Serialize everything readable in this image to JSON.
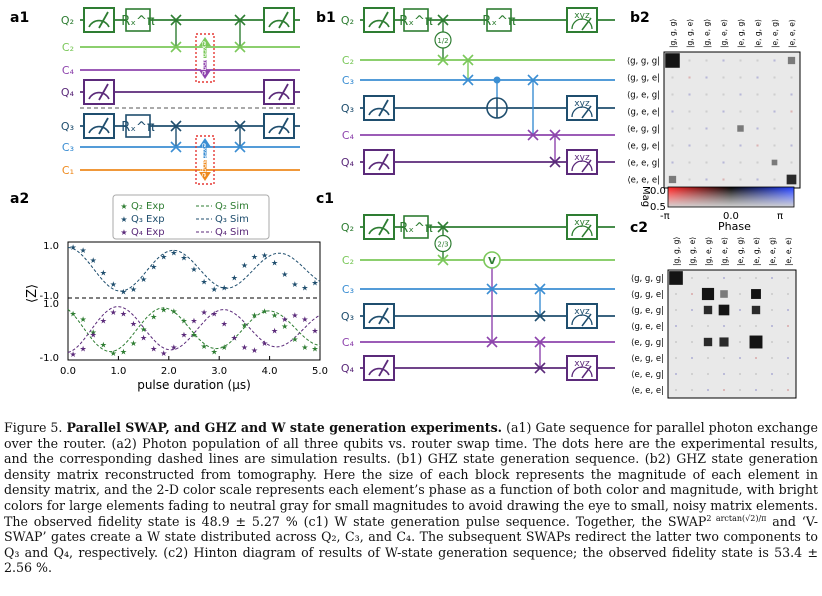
{
  "colors": {
    "q2": "#2e7d32",
    "c2": "#7bc85a",
    "c4": "#8e44ad",
    "q4": "#5b2a7a",
    "q3": "#1f4e6e",
    "c3": "#3b8ed3",
    "c1": "#ee8a1e",
    "exchange_box": "#e53935"
  },
  "panels": {
    "a1": "a1",
    "a2": "a2",
    "b1": "b1",
    "b2": "b2",
    "c1": "c1",
    "c2": "c2"
  },
  "a1": {
    "lines": [
      "Q₂",
      "C₂",
      "C₄",
      "Q₄",
      "Q₃",
      "C₃",
      "C₁"
    ],
    "gate_label": "Rₓ^π",
    "exchange_label": "exchange"
  },
  "a2": {
    "legend": [
      "Q₂ Exp",
      "Q₃ Exp",
      "Q₄ Exp",
      "Q₂ Sim",
      "Q₃ Sim",
      "Q₄ Sim"
    ],
    "ylabel": "⟨Z⟩",
    "xlabel": "pulse duration (μs)",
    "xticks": [
      "0.0",
      "1.0",
      "2.0",
      "3.0",
      "4.0",
      "5.0"
    ],
    "yticks_top": [
      "1.0",
      "-1.0"
    ],
    "yticks_bottom": [
      "1.0",
      "-1.0"
    ]
  },
  "b1": {
    "lines": [
      "Q₂",
      "C₂",
      "C₃",
      "Q₃",
      "C₄",
      "Q₄"
    ],
    "gate_label": "Rₓ^π",
    "swap_fraction": "1/2",
    "xyz": "xyz"
  },
  "c1": {
    "lines": [
      "Q₂",
      "C₂",
      "C₃",
      "Q₃",
      "C₄",
      "Q₄"
    ],
    "gate_label": "Rₓ^π",
    "swap_fraction": "2/3",
    "v_label": "V",
    "xyz": "xyz"
  },
  "b2": {
    "row_labels": [
      "⟨g, g, g|",
      "⟨g, g, e|",
      "⟨g, e, g|",
      "⟨g, e, e|",
      "⟨e, g, g|",
      "⟨e, g, e|",
      "⟨e, e, g|",
      "⟨e, e, e|"
    ],
    "col_labels": [
      "|g, g, g⟩",
      "|g, g, e⟩",
      "|g, e, g⟩",
      "|g, e, e⟩",
      "|e, g, g⟩",
      "|e, g, e⟩",
      "|e, e, g⟩",
      "|e, e, e⟩"
    ],
    "colorbar": {
      "mag_label": "Mag",
      "mag_ticks": [
        "0.0",
        "0.5"
      ],
      "phase_label": "Phase",
      "phase_ticks": [
        "-π",
        "0.0",
        "π"
      ]
    }
  },
  "c2": {
    "row_labels": [
      "⟨g, g, g|",
      "⟨g, g, e|",
      "⟨g, e, g|",
      "⟨g, e, e|",
      "⟨e, g, g|",
      "⟨e, g, e|",
      "⟨e, e, g|",
      "⟨e, e, e|"
    ],
    "col_labels": [
      "|g, g, g⟩",
      "|g, g, e⟩",
      "|g, e, g⟩",
      "|g, e, e⟩",
      "|e, g, g⟩",
      "|e, g, e⟩",
      "|e, e, g⟩",
      "|e, e, e⟩"
    ]
  },
  "chart_data": {
    "type": "scatter",
    "xlabel": "pulse duration (μs)",
    "ylabel": "⟨Z⟩",
    "xlim": [
      0,
      5
    ],
    "series": [
      {
        "name": "Q₂ Exp",
        "panel": "bottom",
        "x": [
          0.1,
          0.3,
          0.5,
          0.7,
          0.9,
          1.1,
          1.3,
          1.5,
          1.7,
          1.9,
          2.1,
          2.3,
          2.5,
          2.7,
          2.9,
          3.1,
          3.3,
          3.5,
          3.7,
          3.9,
          4.1,
          4.3,
          4.5,
          4.7,
          4.9
        ],
        "y": [
          0.55,
          0.35,
          -0.1,
          -0.55,
          -0.85,
          -0.8,
          -0.5,
          0.0,
          0.45,
          0.7,
          0.65,
          0.3,
          -0.2,
          -0.6,
          -0.8,
          -0.65,
          -0.3,
          0.15,
          0.5,
          0.65,
          0.5,
          0.1,
          -0.35,
          -0.65,
          -0.7
        ]
      },
      {
        "name": "Q₃ Exp",
        "panel": "top",
        "x": [
          0.1,
          0.3,
          0.5,
          0.7,
          0.9,
          1.1,
          1.3,
          1.5,
          1.7,
          1.9,
          2.1,
          2.3,
          2.5,
          2.7,
          2.9,
          3.1,
          3.3,
          3.5,
          3.7,
          3.9,
          4.1,
          4.3,
          4.5,
          4.7,
          4.9
        ],
        "y": [
          0.92,
          0.8,
          0.4,
          -0.1,
          -0.55,
          -0.85,
          -0.75,
          -0.35,
          0.15,
          0.55,
          0.7,
          0.5,
          0.05,
          -0.45,
          -0.75,
          -0.7,
          -0.3,
          0.2,
          0.55,
          0.6,
          0.3,
          -0.15,
          -0.55,
          -0.7,
          -0.5
        ]
      },
      {
        "name": "Q₄ Exp",
        "panel": "bottom",
        "x": [
          0.1,
          0.3,
          0.5,
          0.7,
          0.9,
          1.1,
          1.3,
          1.5,
          1.7,
          1.9,
          2.1,
          2.3,
          2.5,
          2.7,
          2.9,
          3.1,
          3.3,
          3.5,
          3.7,
          3.9,
          4.1,
          4.3,
          4.5,
          4.7,
          4.9
        ],
        "y": [
          -0.9,
          -0.7,
          -0.2,
          0.3,
          0.6,
          0.55,
          0.2,
          -0.3,
          -0.7,
          -0.85,
          -0.65,
          -0.2,
          0.3,
          0.6,
          0.55,
          0.2,
          -0.3,
          -0.65,
          -0.75,
          -0.5,
          -0.05,
          0.35,
          0.5,
          0.35,
          -0.05
        ]
      }
    ],
    "sim": [
      {
        "name": "Q₂ Sim",
        "panel": "bottom",
        "phase": 0.6,
        "amp": 0.85,
        "period": 2.1
      },
      {
        "name": "Q₃ Sim",
        "panel": "top",
        "phase": 0.0,
        "amp": 0.9,
        "period": 2.1
      },
      {
        "name": "Q₄ Sim",
        "panel": "bottom",
        "phase": 3.3,
        "amp": 0.85,
        "period": 2.1
      }
    ]
  },
  "hinton_b2": [
    [
      0.9,
      0,
      0,
      0,
      0,
      0,
      0,
      0.45
    ],
    [
      0,
      0,
      0,
      0,
      0,
      0,
      0,
      0
    ],
    [
      0,
      0,
      0,
      0,
      0,
      0,
      0,
      0
    ],
    [
      0,
      0,
      0,
      0,
      0,
      0,
      0,
      0
    ],
    [
      0,
      0,
      0,
      0,
      0.4,
      0,
      0,
      0
    ],
    [
      0,
      0,
      0,
      0,
      0,
      0,
      0,
      0
    ],
    [
      0,
      0,
      0,
      0,
      0,
      0,
      0.35,
      0
    ],
    [
      0.45,
      0,
      0,
      0,
      0,
      0,
      0,
      0.6
    ]
  ],
  "hinton_c2": [
    [
      0.9,
      0,
      0,
      0,
      0,
      0,
      0,
      0
    ],
    [
      0,
      0,
      0.8,
      0.5,
      0,
      0.65,
      0,
      0
    ],
    [
      0,
      0,
      0.55,
      0.7,
      0,
      0.55,
      0,
      0
    ],
    [
      0,
      0,
      0,
      0,
      0,
      0,
      0,
      0
    ],
    [
      0,
      0,
      0.55,
      0.6,
      0,
      0.85,
      0,
      0
    ],
    [
      0,
      0,
      0,
      0,
      0,
      0,
      0,
      0
    ],
    [
      0,
      0,
      0,
      0,
      0,
      0,
      0,
      0
    ],
    [
      0,
      0,
      0,
      0,
      0,
      0,
      0,
      0
    ]
  ],
  "caption": {
    "fig": "Figure 5.",
    "title": "Parallel SWAP, and GHZ and W state generation experiments.",
    "body1": "(a1) Gate sequence for parallel photon exchange over the router. (a2) Photon population of all three qubits vs. router swap time. The dots here are the experimental results, and the corresponding dashed lines are simulation results. (b1) GHZ state generation sequence. (b2) GHZ state generation density matrix reconstructed from tomography. Here the size of each block represents the magnitude of each element in density matrix, and the 2-D color scale represents each element’s phase as a function of both color and magnitude, with bright colors for large elements fading to neutral gray for small magnitudes to avoid drawing the eye to small, noisy matrix elements. The observed fidelity state is 48.9 ± 5.27 % (c1) W state generation pulse sequence. Together, the SWAP",
    "sup": "2 arctan(√2)/π",
    "body2": " and ‘V-SWAP’ gates create a W state distributed across Q₂, C₃, and C₄. The subsequent SWAPs redirect the latter two components to Q₃ and Q₄, respectively. (c2) Hinton diagram of results of W-state generation sequence; the observed fidelity state is 53.4 ± 2.56 %."
  }
}
